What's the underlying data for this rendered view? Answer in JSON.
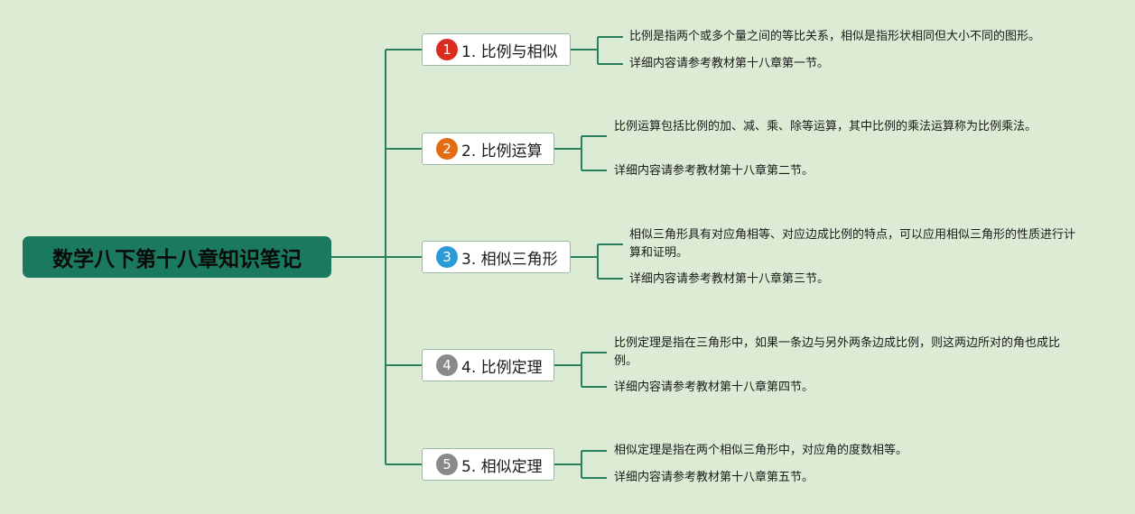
{
  "root": {
    "title": "数学八下第十八章知识笔记"
  },
  "colors": {
    "root": "#1b7a5e",
    "line": "#2a7f5f",
    "background": "#dcecd4"
  },
  "branches": [
    {
      "badge": "1",
      "badge_color": "#d92b1e",
      "label": "1. 比例与相似",
      "desc": "比例是指两个或多个量之间的等比关系，相似是指形状相同但大小不同的图形。",
      "ref": "详细内容请参考教材第十八章第一节。"
    },
    {
      "badge": "2",
      "badge_color": "#e36c12",
      "label": "2. 比例运算",
      "desc": "比例运算包括比例的加、减、乘、除等运算，其中比例的乘法运算称为比例乘法。",
      "ref": "详细内容请参考教材第十八章第二节。"
    },
    {
      "badge": "3",
      "badge_color": "#2a9ad8",
      "label": "3. 相似三角形",
      "desc": "相似三角形具有对应角相等、对应边成比例的特点，可以应用相似三角形的性质进行计算和证明。",
      "ref": "详细内容请参考教材第十八章第三节。"
    },
    {
      "badge": "4",
      "badge_color": "#8a8a8a",
      "label": "4. 比例定理",
      "desc": "比例定理是指在三角形中，如果一条边与另外两条边成比例，则这两边所对的角也成比例。",
      "ref": "详细内容请参考教材第十八章第四节。"
    },
    {
      "badge": "5",
      "badge_color": "#8a8a8a",
      "label": "5. 相似定理",
      "desc": "相似定理是指在两个相似三角形中，对应角的度数相等。",
      "ref": "详细内容请参考教材第十八章第五节。"
    }
  ]
}
